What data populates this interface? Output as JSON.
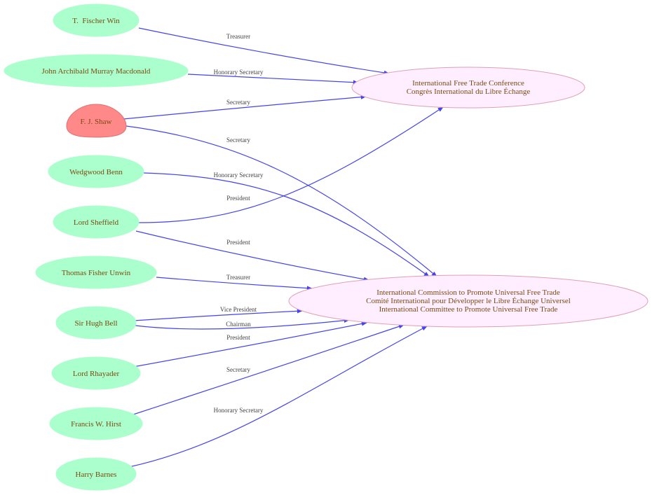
{
  "colors": {
    "person_fill": "#aaffcc",
    "highlight_fill": "#ff8888",
    "org_fill": "#ffeeff",
    "org_stroke": "#e0a0b0",
    "edge": "#4444ee",
    "node_text": "#7a4a10",
    "edge_text": "#444444"
  },
  "people": {
    "fischer_win": "T.  Fischer Win",
    "macdonald": "John Archibald Murray Macdonald",
    "shaw": "F. J. Shaw",
    "benn": "Wedgwood Benn",
    "sheffield": "Lord Sheffield",
    "unwin": "Thomas Fisher Unwin",
    "bell": "Sir Hugh Bell",
    "rhayader": "Lord Rhayader",
    "hirst": "Francis W. Hirst",
    "barnes": "Harry Barnes"
  },
  "organizations": {
    "conference": {
      "line1": "International Free Trade Conference",
      "line2": "Congrès International du Libre Échange"
    },
    "commission": {
      "line1": "International Commission to Promote Universal Free Trade",
      "line2": "Comité International pour Développer le Libre Échange Universel",
      "line3": "International Committee to Promote Universal Free Trade"
    }
  },
  "edge_labels": {
    "fischer_conference": "Treasurer",
    "macdonald_conference": "Honorary Secretary",
    "shaw_conference": "Secretary",
    "shaw_commission": "Secretary",
    "benn_commission": "Honorary Secretary",
    "sheffield_conference": "President",
    "sheffield_commission": "President",
    "unwin_commission": "Treasurer",
    "bell_commission_vp": "Vice President",
    "bell_commission_chair": "Chairman",
    "rhayader_commission": "President",
    "hirst_commission": "Secretary",
    "barnes_commission": "Honorary Secretary"
  }
}
